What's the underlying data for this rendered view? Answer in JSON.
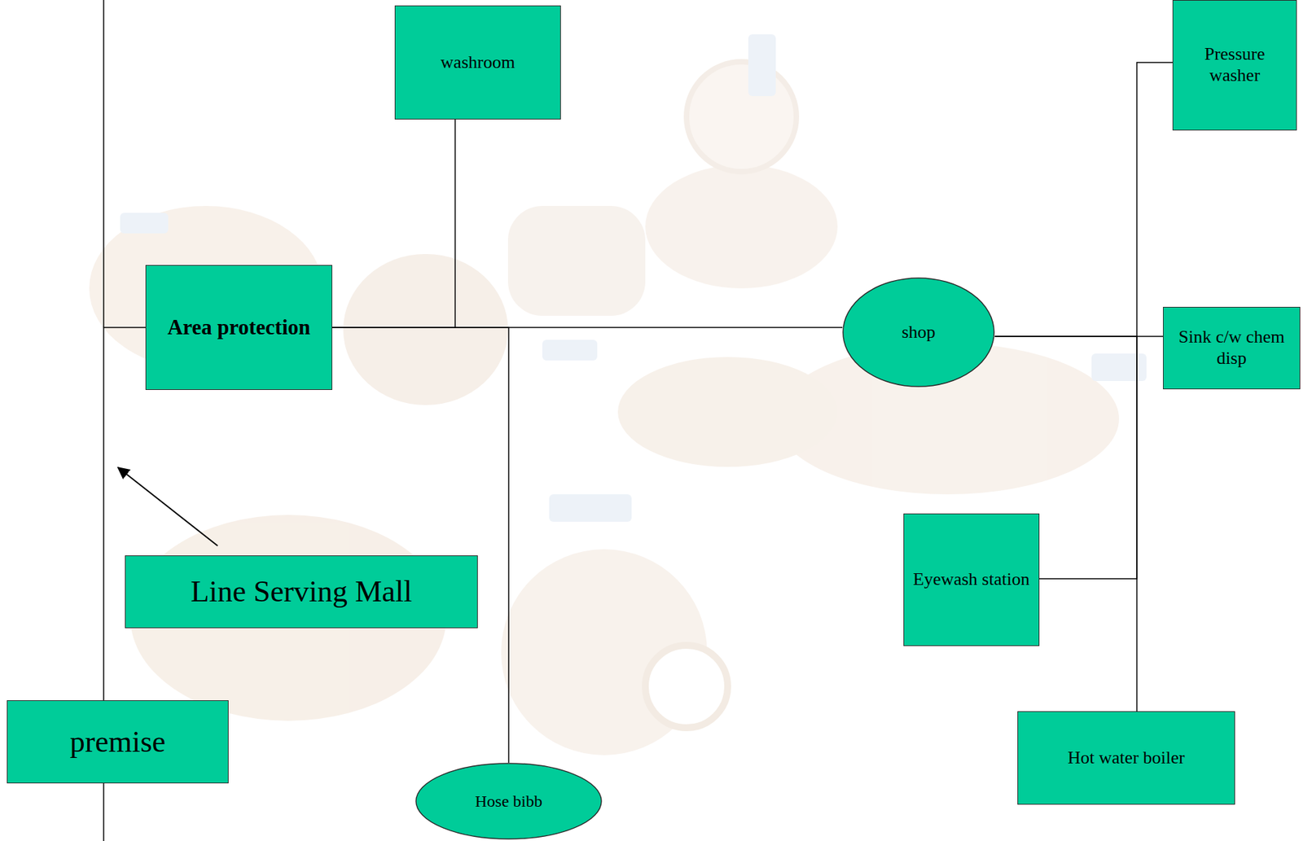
{
  "diagram": {
    "nodes": [
      {
        "text": [
          "washroom"
        ]
      },
      {
        "text": [
          "Pressure washer"
        ]
      },
      {
        "text": [
          "Area protection"
        ]
      },
      {
        "text": [
          "shop"
        ]
      },
      {
        "text": [
          "Sink c/w chem disp"
        ]
      },
      {
        "text": [
          "Line Serving Mall"
        ]
      },
      {
        "text": [
          "Eyewash station"
        ]
      },
      {
        "text": [
          "premise"
        ]
      },
      {
        "text": [
          "Hose bibb"
        ]
      },
      {
        "text": [
          "Hot water boiler"
        ]
      }
    ],
    "edges": [
      {
        "from": 7,
        "to": 2,
        "arrow": "none"
      },
      {
        "from": 2,
        "to": 0,
        "arrow": "none"
      },
      {
        "from": 2,
        "to": 8,
        "arrow": "none"
      },
      {
        "from": 2,
        "to": 3,
        "arrow": "none"
      },
      {
        "from": 3,
        "to": 4,
        "arrow": "none"
      },
      {
        "from": 3,
        "to": 1,
        "arrow": "none"
      },
      {
        "from": 3,
        "to": 6,
        "arrow": "none"
      },
      {
        "from": 3,
        "to": 9,
        "arrow": "none"
      }
    ]
  }
}
